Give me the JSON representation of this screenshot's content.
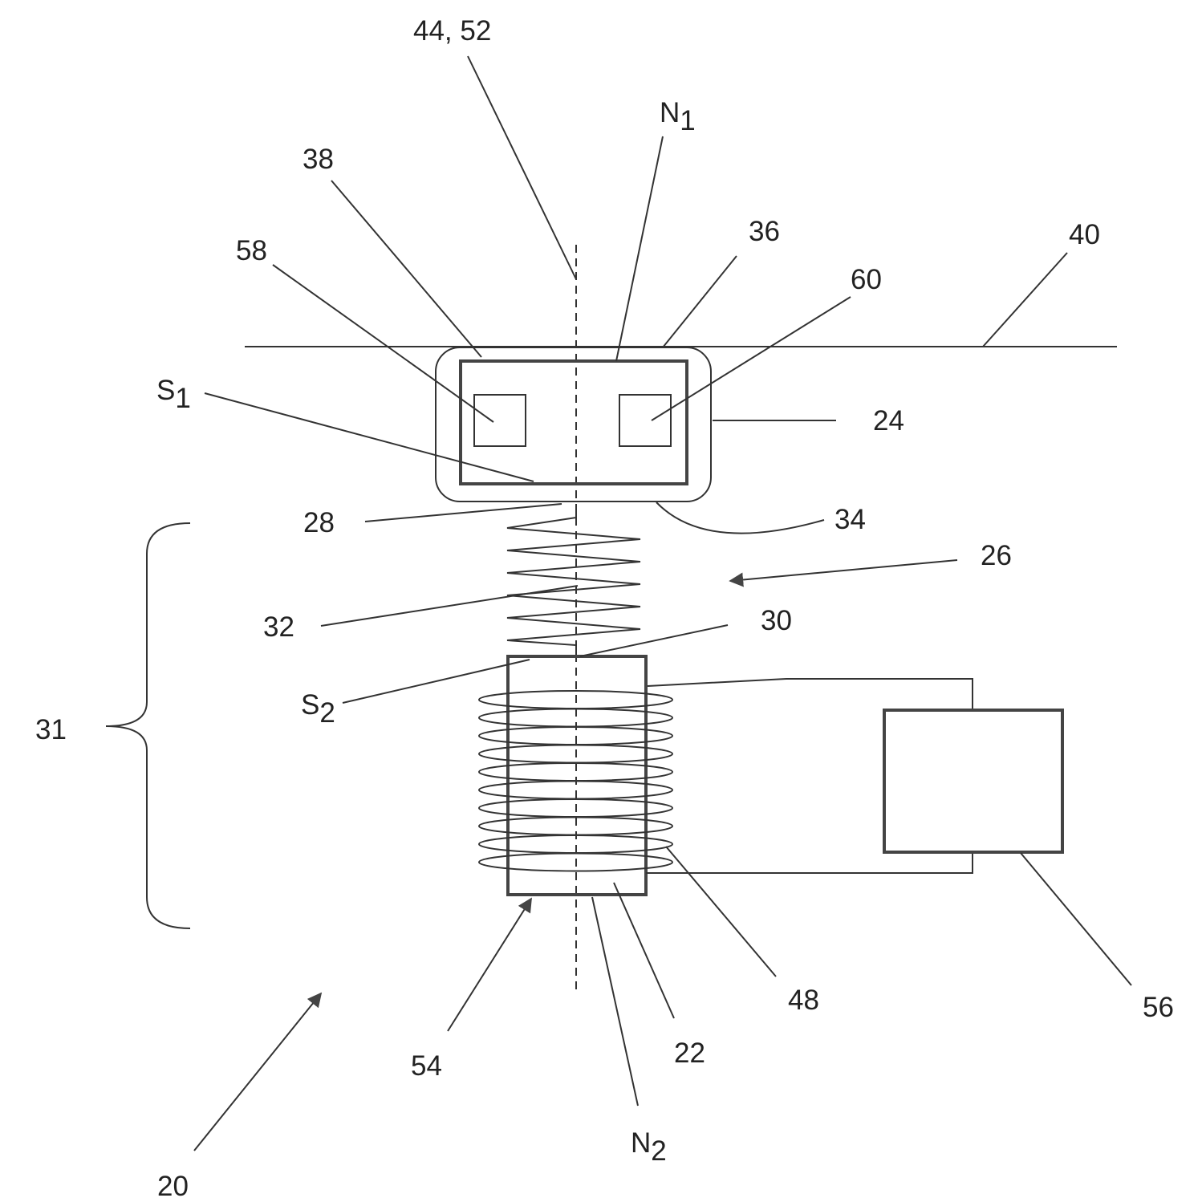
{
  "labels": {
    "ref_44_52": "44, 52",
    "n1_main": "N",
    "n1_sub": "1",
    "ref_38": "38",
    "ref_36": "36",
    "ref_40": "40",
    "ref_58": "58",
    "ref_60": "60",
    "s1_main": "S",
    "s1_sub": "1",
    "ref_24": "24",
    "ref_28": "28",
    "ref_34": "34",
    "ref_26": "26",
    "ref_32": "32",
    "ref_30": "30",
    "s2_main": "S",
    "s2_sub": "2",
    "ref_31": "31",
    "ref_48": "48",
    "ref_56": "56",
    "ref_54": "54",
    "ref_22": "22",
    "n2_main": "N",
    "n2_sub": "2",
    "ref_20": "20"
  },
  "colors": {
    "line": "#333333",
    "frame": "#444444",
    "background": "#ffffff"
  }
}
